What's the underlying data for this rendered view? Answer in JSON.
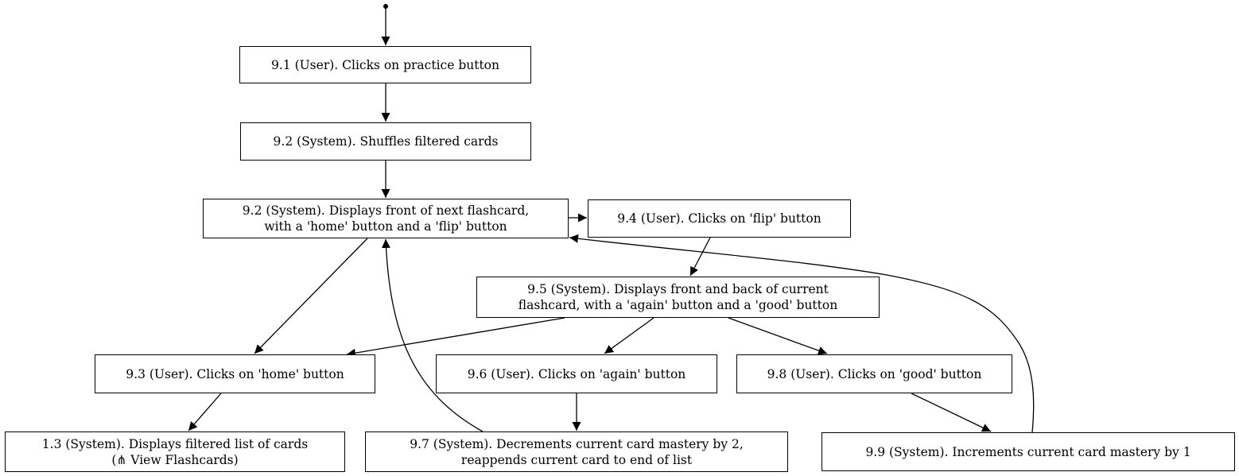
{
  "nodes": [
    {
      "id": "n91",
      "lines": [
        "9.1 (User). Clicks on practice button"
      ]
    },
    {
      "id": "n92a",
      "lines": [
        "9.2 (System). Shuffles filtered cards"
      ]
    },
    {
      "id": "n92b",
      "lines": [
        "9.2 (System). Displays front of next flashcard,",
        "with a 'home' button and a 'flip' button"
      ]
    },
    {
      "id": "n94",
      "lines": [
        "9.4 (User). Clicks on 'flip' button"
      ]
    },
    {
      "id": "n95",
      "lines": [
        "9.5 (System). Displays front and back of current",
        "flashcard, with a 'again' button and a 'good' button"
      ]
    },
    {
      "id": "n93",
      "lines": [
        "9.3 (User). Clicks on 'home' button"
      ]
    },
    {
      "id": "n96",
      "lines": [
        "9.6 (User). Clicks on 'again' button"
      ]
    },
    {
      "id": "n98",
      "lines": [
        "9.8 (User). Clicks on 'good' button"
      ]
    },
    {
      "id": "n13",
      "lines": [
        "1.3 (System). Displays filtered list of cards",
        "(⋔ View Flashcards)"
      ]
    },
    {
      "id": "n97",
      "lines": [
        "9.7 (System). Decrements current card mastery by 2,",
        "reappends current card to end of list"
      ]
    },
    {
      "id": "n99",
      "lines": [
        "9.9 (System). Increments current card mastery by 1"
      ]
    }
  ],
  "edges": [
    {
      "from": "start",
      "to": "n91"
    },
    {
      "from": "n91",
      "to": "n92a"
    },
    {
      "from": "n92a",
      "to": "n92b"
    },
    {
      "from": "n92b",
      "to": "n94"
    },
    {
      "from": "n94",
      "to": "n95"
    },
    {
      "from": "n92b",
      "to": "n93"
    },
    {
      "from": "n95",
      "to": "n93"
    },
    {
      "from": "n95",
      "to": "n96"
    },
    {
      "from": "n95",
      "to": "n98"
    },
    {
      "from": "n93",
      "to": "n13"
    },
    {
      "from": "n96",
      "to": "n97"
    },
    {
      "from": "n98",
      "to": "n99"
    },
    {
      "from": "n97",
      "to": "n92b"
    },
    {
      "from": "n99",
      "to": "n92b"
    }
  ],
  "colors": {
    "stroke": "#000000",
    "fill": "#ffffff",
    "text": "#000000"
  }
}
